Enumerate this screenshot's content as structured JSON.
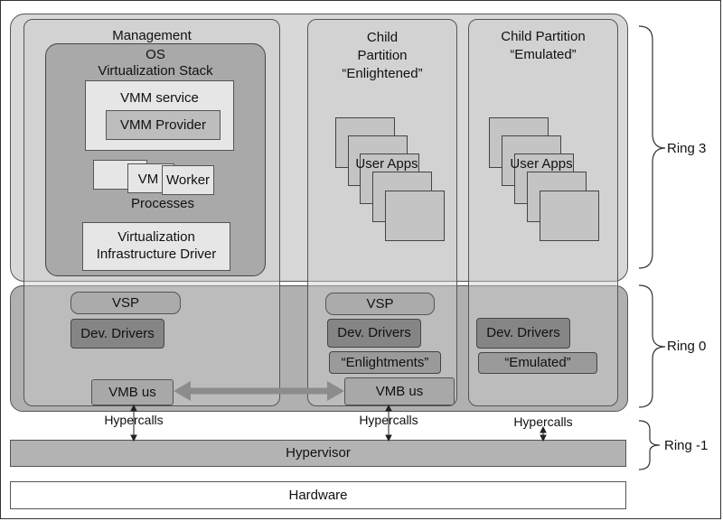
{
  "management": {
    "title": "Management",
    "os_title_line1": "OS",
    "os_title_line2": "Virtualization Stack",
    "vmm_service": "VMM service",
    "vmm_provider": "VMM Provider",
    "vm_label": "VM",
    "worker_label": "Worker",
    "processes_label": "Processes",
    "vid_line1": "Virtualization",
    "vid_line2": "Infrastructure Driver",
    "vsp": "VSP",
    "dev_drivers": "Dev. Drivers",
    "vmbus": "VMB us",
    "hypercalls": "Hypercalls"
  },
  "enlightened": {
    "title_line1": "Child",
    "title_line2": "Partition",
    "title_line3": "“Enlightened”",
    "user_apps": "User Apps",
    "vsp": "VSP",
    "dev_drivers": "Dev. Drivers",
    "enlightments": "“Enlightments”",
    "vmbus": "VMB us",
    "hypercalls": "Hypercalls"
  },
  "emulated": {
    "title_line1": "Child Partition",
    "title_line2": "“Emulated”",
    "user_apps": "User Apps",
    "dev_drivers": "Dev. Drivers",
    "emulated_label": "“Emulated”",
    "hypercalls": "Hypercalls"
  },
  "layers": {
    "hypervisor": "Hypervisor",
    "hardware": "Hardware"
  },
  "rings": {
    "ring3": "Ring 3",
    "ring0": "Ring 0",
    "ring_minus1": "Ring -1"
  }
}
